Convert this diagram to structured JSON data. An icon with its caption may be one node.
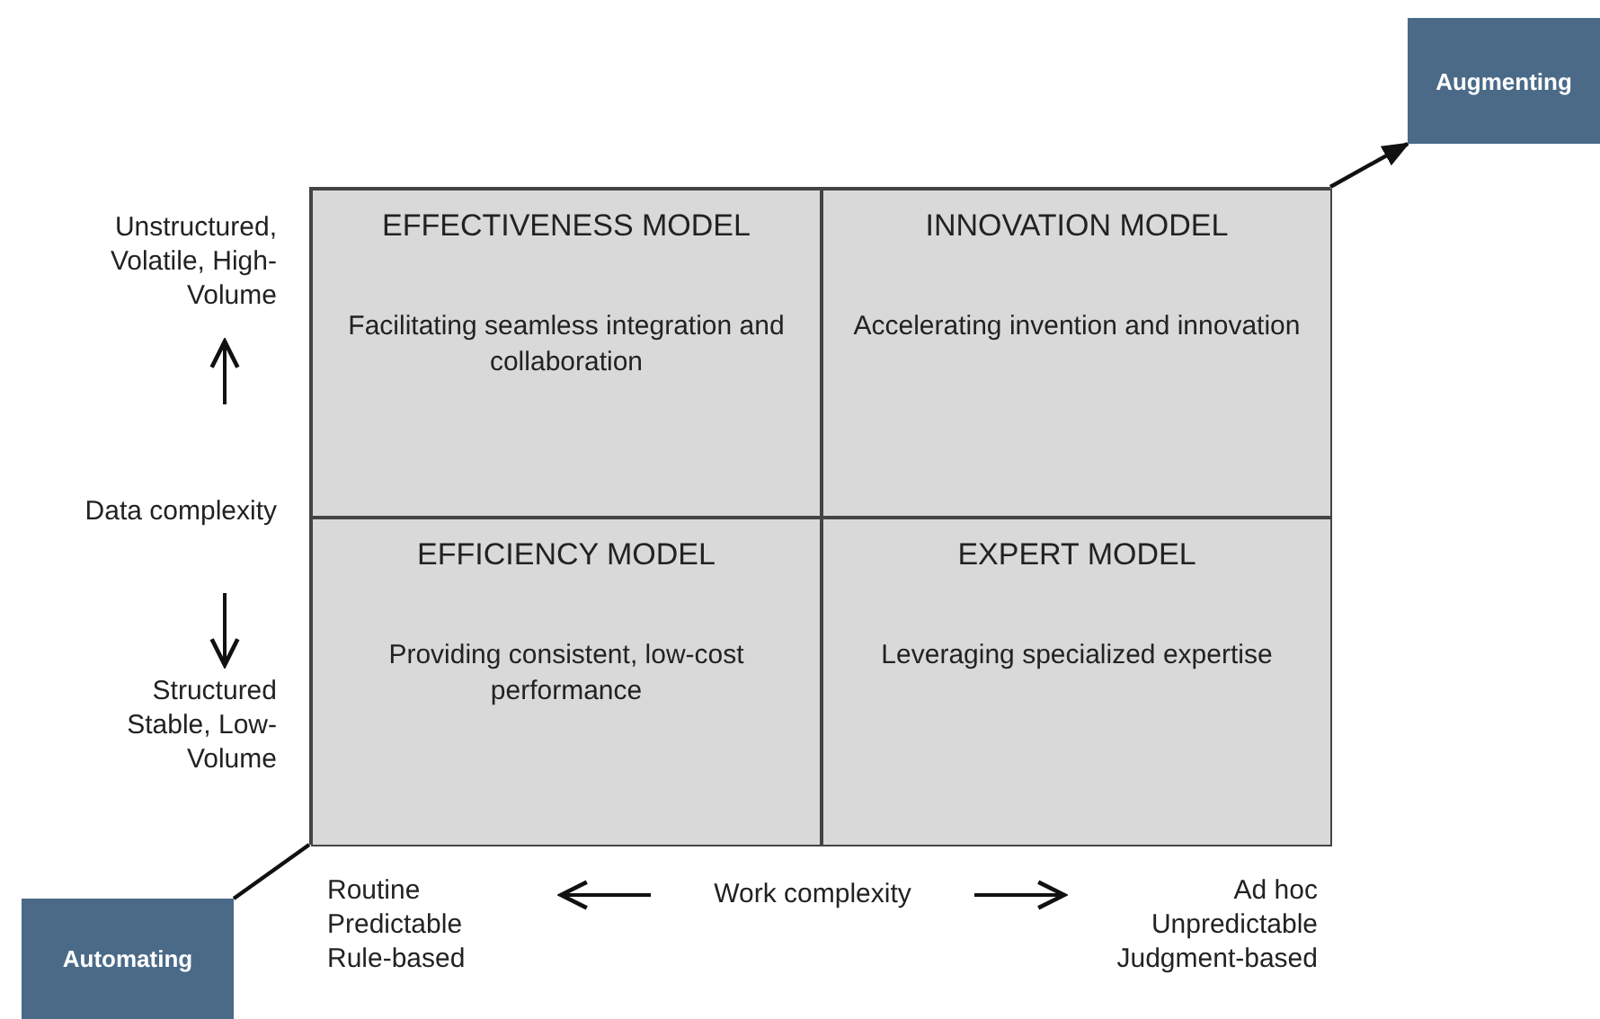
{
  "diagram": {
    "nodes": [
      {
        "text": [],
        "shape": "box"
      },
      {
        "text": [
          "EFFECTIVENESS MODEL",
          "Facilitating seamless integration and collaboration"
        ],
        "in": 0
      },
      {
        "text": [
          "INNOVATION MODEL",
          "Accelerating invention and innovation"
        ],
        "in": 0
      },
      {
        "text": [
          "EFFICIENCY MODEL",
          "Providing consistent, low-cost performance"
        ],
        "in": 0
      },
      {
        "text": [
          "EXPERT MODEL",
          "Leveraging specialized expertise"
        ],
        "in": 0
      },
      {
        "text": [
          "Augmenting"
        ]
      },
      {
        "text": [
          "Automating"
        ]
      }
    ],
    "edges": [
      {
        "from": 0,
        "to": 5,
        "arrow": "to"
      },
      {
        "from": 6,
        "to": 0,
        "arrow": "none"
      }
    ],
    "labels": [
      "Unstructured, Volatile, High-Volume",
      "Data complexity",
      "Structured Stable, Low-Volume",
      "Routine Predictable Rule-based",
      "Work complexity",
      "Ad hoc Unpredictable Judgment-based"
    ]
  }
}
